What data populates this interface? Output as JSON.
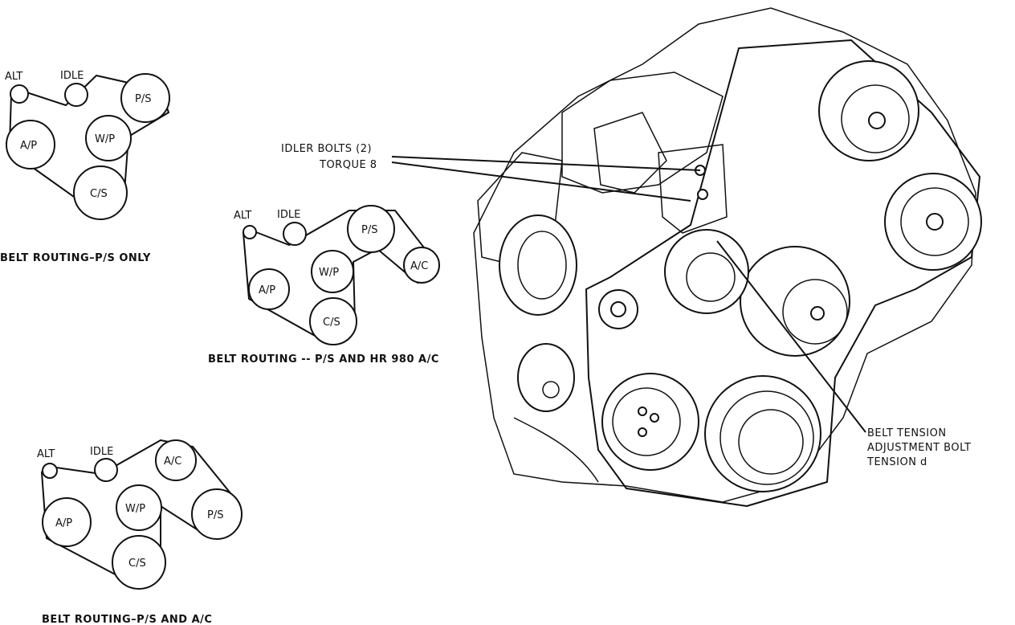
{
  "diagrams": [
    {
      "caption": "BELT ROUTING–P/S ONLY",
      "pulleys": {
        "alt": "ALT",
        "idle": "IDLE",
        "ps": "P/S",
        "ap": "A/P",
        "wp": "W/P",
        "cs": "C/S"
      }
    },
    {
      "caption": "BELT ROUTING -- P/S AND HR 980 A/C",
      "pulleys": {
        "alt": "ALT",
        "idle": "IDLE",
        "ps": "P/S",
        "ac": "A/C",
        "wp": "W/P",
        "ap": "A/P",
        "cs": "C/S"
      }
    },
    {
      "caption": "BELT ROUTING–P/S AND A/C",
      "pulleys": {
        "alt": "ALT",
        "idle": "IDLE",
        "ac": "A/C",
        "ap": "A/P",
        "wp": "W/P",
        "ps": "P/S",
        "cs": "C/S"
      }
    }
  ],
  "callouts": {
    "idler_line1": "IDLER BOLTS (2)",
    "idler_line2": "TORQUE 8",
    "tension_line1": "BELT TENSION",
    "tension_line2": "ADJUSTMENT BOLT",
    "tension_line3": "TENSION d"
  }
}
